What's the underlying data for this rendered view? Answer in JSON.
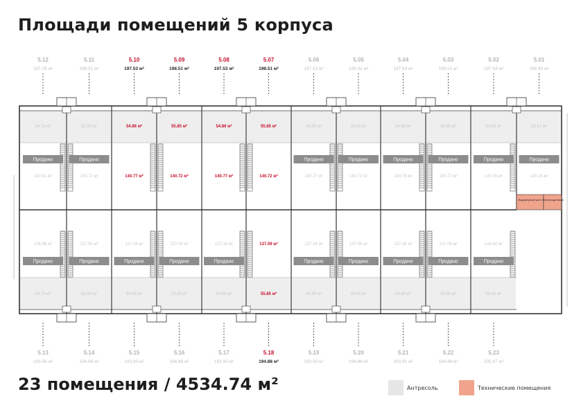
{
  "title": "Площади помещений 5 корпуса",
  "summary": "23 помещения / 4534.74 м²",
  "legend": [
    {
      "label": "Антресоль",
      "color": "#e6e6e6"
    },
    {
      "label": "Технические помещения",
      "color": "#f0a48c"
    }
  ],
  "colors": {
    "available": "#c8102e",
    "sold_text": "#c8c8c8",
    "sold_tag": "#8c8c8c",
    "wall": "#333333",
    "tech": "#f0a48c"
  },
  "sold_label": "Продано",
  "tech_rooms": [
    "Водомерный узел",
    "Электрощитовая"
  ],
  "top_units": [
    {
      "id": "5.12",
      "area": "197.29 м²",
      "mezz": "54.78 м²",
      "floor": "140.61 м²",
      "sold": true
    },
    {
      "id": "5.11",
      "area": "198.51 м²",
      "mezz": "55.85 м²",
      "floor": "140.72 м²",
      "sold": true
    },
    {
      "id": "5.10",
      "area": "197.53 м²",
      "mezz": "54.86 м²",
      "floor": "140.77 м²",
      "sold": false
    },
    {
      "id": "5.09",
      "area": "198.51 м²",
      "mezz": "55.85 м²",
      "floor": "140.72 м²",
      "sold": false
    },
    {
      "id": "5.08",
      "area": "197.53 м²",
      "mezz": "54.86 м²",
      "floor": "140.77 м²",
      "sold": false
    },
    {
      "id": "5.07",
      "area": "198.51 м²",
      "mezz": "55.85 м²",
      "floor": "140.72 м²",
      "sold": false
    },
    {
      "id": "5.06",
      "area": "197.53 м²",
      "mezz": "54.86 м²",
      "floor": "140.77 м²",
      "sold": true
    },
    {
      "id": "5.05",
      "area": "198.51 м²",
      "mezz": "55.85 м²",
      "floor": "140.72 м²",
      "sold": true
    },
    {
      "id": "5.04",
      "area": "197.54 м²",
      "mezz": "54.86 м²",
      "floor": "140.78 м²",
      "sold": true
    },
    {
      "id": "5.03",
      "area": "198.51 м²",
      "mezz": "55.85 м²",
      "floor": "140.72 м²",
      "sold": true
    },
    {
      "id": "5.02",
      "area": "197.54 м²",
      "mezz": "54.86 м²",
      "floor": "140.78 м²",
      "sold": true
    },
    {
      "id": "5.01",
      "area": "188.80 м²",
      "mezz": "58.61 м²",
      "floor": "128.25 м²",
      "sold": true
    }
  ],
  "bottom_units": [
    {
      "id": "5.13",
      "area": "193.56 м²",
      "mezz": "54.78 м²",
      "floor": "136.98 м²",
      "sold": true
    },
    {
      "id": "5.14",
      "area": "194.88 м²",
      "mezz": "55.85 м²",
      "floor": "137.09 м²",
      "sold": true
    },
    {
      "id": "5.15",
      "area": "193.90 м²",
      "mezz": "54.86 м²",
      "floor": "137.34 м²",
      "sold": true
    },
    {
      "id": "5.16",
      "area": "194.88 м²",
      "mezz": "55.85 м²",
      "floor": "137.09 м²",
      "sold": true
    },
    {
      "id": "5.17",
      "area": "193.90 м²",
      "mezz": "54.86 м²",
      "floor": "137.34 м²",
      "sold": true
    },
    {
      "id": "5.18",
      "area": "194.88 м²",
      "mezz": "55.85 м²",
      "floor": "137.09 м²",
      "sold": false
    },
    {
      "id": "5.19",
      "area": "193.90 м²",
      "mezz": "54.86 м²",
      "floor": "137.34 м²",
      "sold": true
    },
    {
      "id": "5.20",
      "area": "194.88 м²",
      "mezz": "55.85 м²",
      "floor": "137.09 м²",
      "sold": true
    },
    {
      "id": "5.21",
      "area": "193.91 м²",
      "mezz": "54.86 м²",
      "floor": "137.35 м²",
      "sold": true
    },
    {
      "id": "5.22",
      "area": "194.88 м²",
      "mezz": "55.85 м²",
      "floor": "137.09 м²",
      "sold": true
    },
    {
      "id": "5.23",
      "area": "205.97 м²",
      "mezz": "58.61 м²",
      "floor": "144.62 м²",
      "sold": true
    }
  ]
}
